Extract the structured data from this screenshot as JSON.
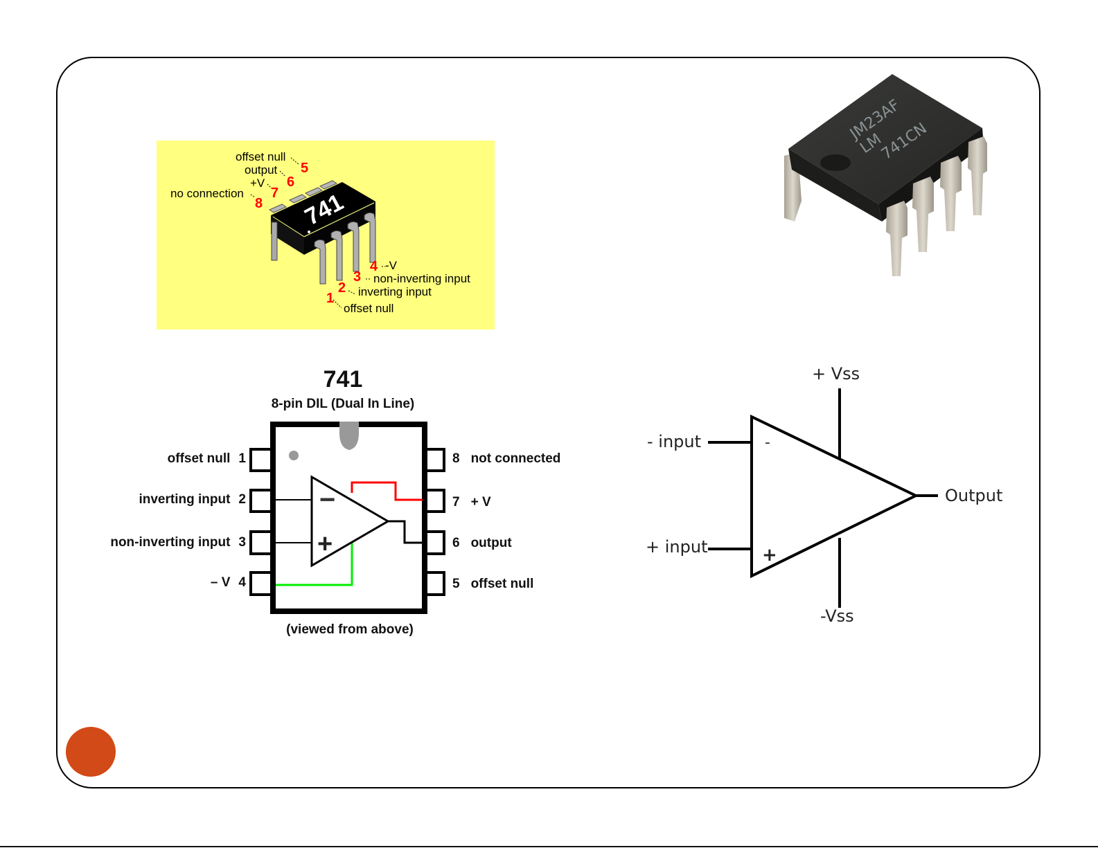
{
  "slide": {
    "accent_color": "#d24a17",
    "frame_color": "#000000"
  },
  "pinout_3d": {
    "background_color": "#ffff80",
    "chip_marking": "741",
    "pins": [
      {
        "number": "1",
        "label": "offset null"
      },
      {
        "number": "2",
        "label": "inverting input"
      },
      {
        "number": "3",
        "label": "non-inverting input"
      },
      {
        "number": "4",
        "label": "-V"
      },
      {
        "number": "5",
        "label": "offset null"
      },
      {
        "number": "6",
        "label": "output"
      },
      {
        "number": "7",
        "label": "+V"
      },
      {
        "number": "8",
        "label": "no connection"
      }
    ]
  },
  "photo": {
    "marking_line1": "JM23AF",
    "marking_line2": "LM",
    "marking_line3": "741CN"
  },
  "dil_diagram": {
    "title": "741",
    "subtitle": "8-pin DIL (Dual In Line)",
    "footer": "(viewed from above)",
    "left_pins": [
      {
        "number": "1",
        "label": "offset null"
      },
      {
        "number": "2",
        "label": "inverting input"
      },
      {
        "number": "3",
        "label": "non-inverting input"
      },
      {
        "number": "4",
        "label": "– V"
      }
    ],
    "right_pins": [
      {
        "number": "8",
        "label": "not connected"
      },
      {
        "number": "7",
        "label": "+ V"
      },
      {
        "number": "6",
        "label": "output"
      },
      {
        "number": "5",
        "label": "offset null"
      }
    ],
    "opamp_minus": "−",
    "opamp_plus": "+",
    "positive_supply_color": "#ff0000",
    "negative_supply_color": "#00ee00"
  },
  "opamp_symbol": {
    "minus_input": "- input",
    "plus_input": "+ input",
    "positive_supply": "+ Vss",
    "negative_supply": "-Vss",
    "output": "Output",
    "minus_sign": "-",
    "plus_sign": "+"
  }
}
